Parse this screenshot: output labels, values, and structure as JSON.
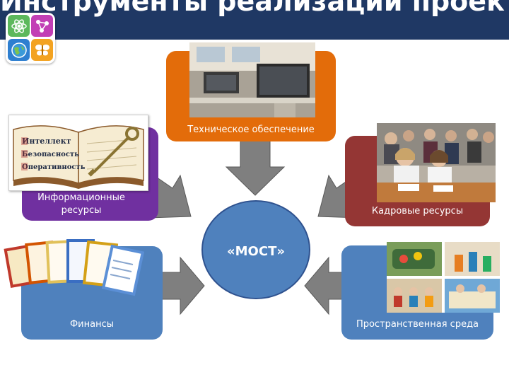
{
  "header": {
    "title": "Инструменты реализации проекта"
  },
  "center": {
    "label": "«МОСТ»"
  },
  "nodes": {
    "tech": {
      "label": "Техническое обеспечение"
    },
    "info": {
      "label": "Информационные ресурсы"
    },
    "staff": {
      "label": "Кадровые ресурсы"
    },
    "finance": {
      "label": "Финансы"
    },
    "space": {
      "label": "Пространственная среда"
    }
  },
  "book_words": [
    "Интеллект",
    "Безопасность",
    "Оперативность"
  ],
  "colors": {
    "header": "#1f3864",
    "tech": "#e36c0a",
    "info": "#7030a0",
    "staff": "#943634",
    "finance": "#4f81bd",
    "space": "#4f81bd",
    "center": "#4f81bd",
    "arrow": "#808080"
  },
  "icons": {
    "logo": [
      "atom-icon",
      "molecule-icon",
      "globe-icon",
      "butterfly-icon"
    ]
  }
}
